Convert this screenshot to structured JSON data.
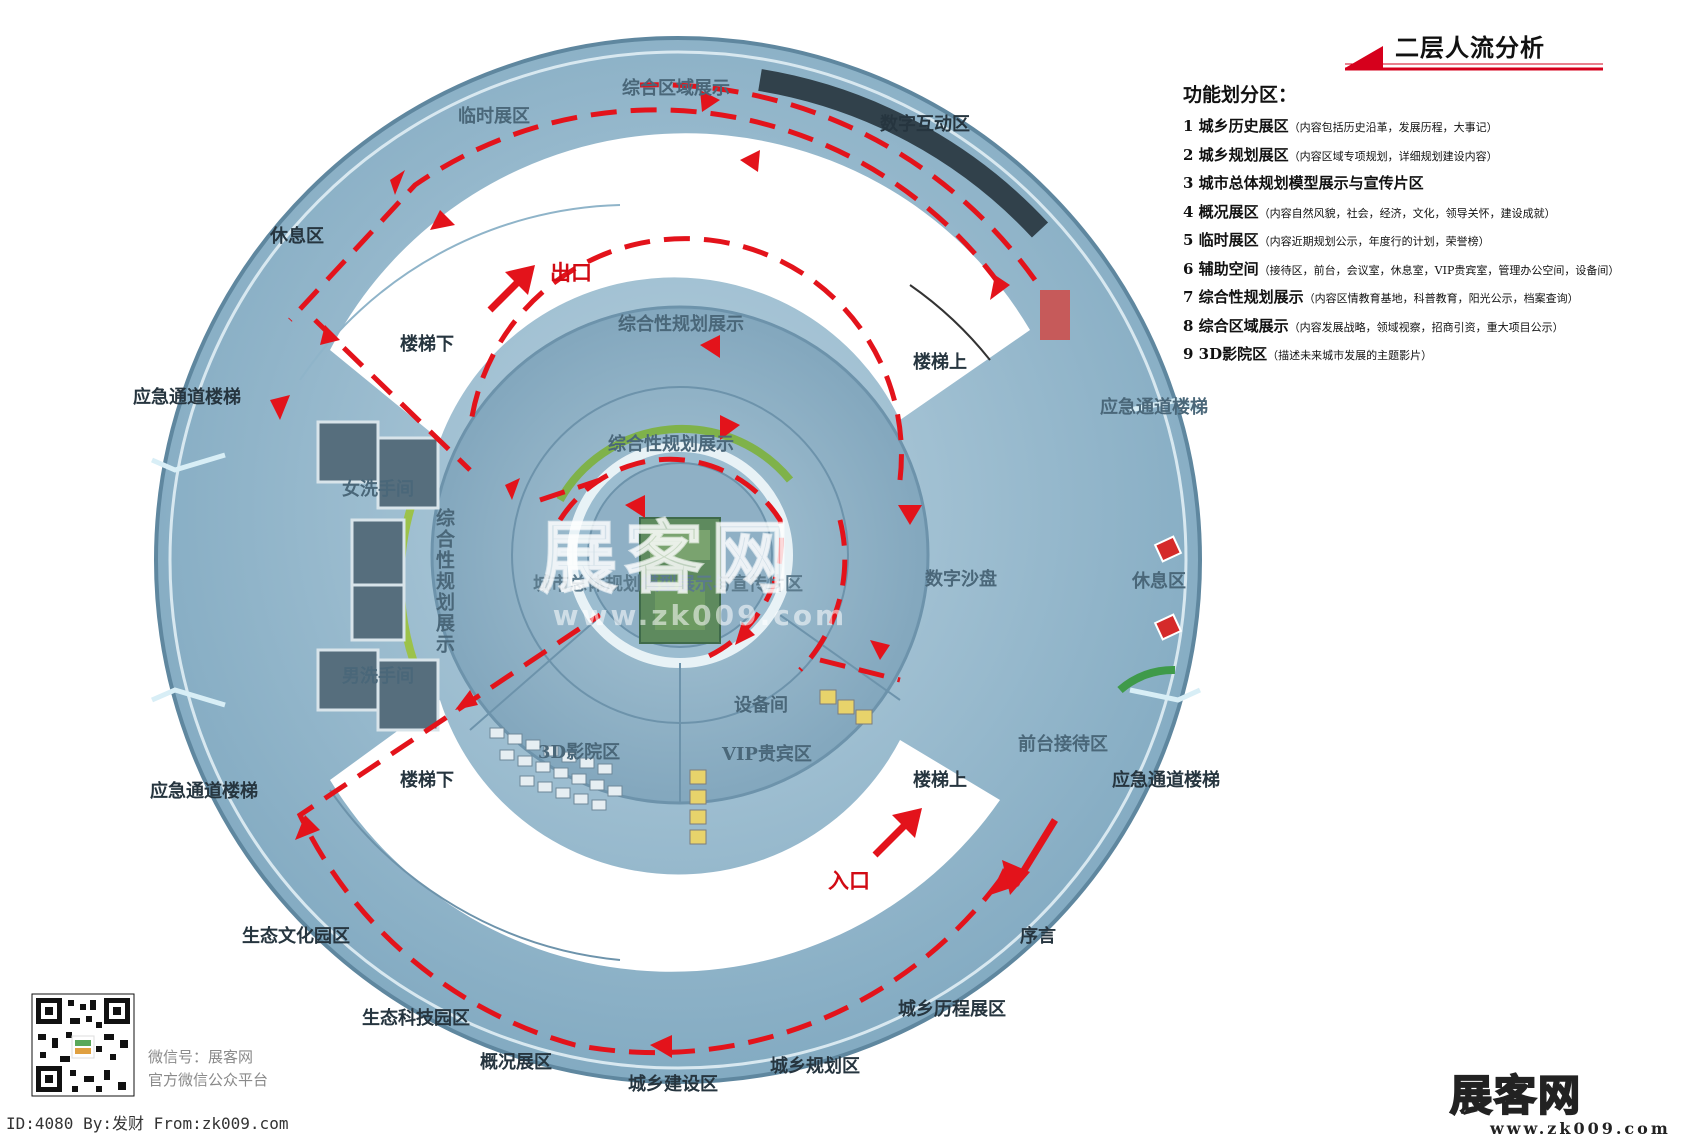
{
  "title": "二层人流分析",
  "legend": {
    "heading": "功能划分区：",
    "items": [
      {
        "num": "1",
        "name": "城乡历史展区",
        "detail": "（内容包括历史沿革，发展历程，大事记）"
      },
      {
        "num": "2",
        "name": "城乡规划展区",
        "detail": "（内容区域专项规划，详细规划建设内容）"
      },
      {
        "num": "3",
        "name": "城市总体规划模型展示与宣传片区",
        "detail": ""
      },
      {
        "num": "4",
        "name": "概况展区",
        "detail": "（内容自然风貌，社会，经济，文化，领导关怀，建设成就）"
      },
      {
        "num": "5",
        "name": "临时展区",
        "detail": "（内容近期规划公示，年度行的计划，荣誉榜）"
      },
      {
        "num": "6",
        "name": "辅助空间",
        "detail": "（接待区，前台，会议室，休息室，VIP贵宾室，管理办公空间，设备间）"
      },
      {
        "num": "7",
        "name": "综合性规划展示",
        "detail": "（内容区情教育基地，科普教育，阳光公示，档案查询）"
      },
      {
        "num": "8",
        "name": "综合区域展示",
        "detail": "（内容发展战略，领域视察，招商引资，重大项目公示）"
      },
      {
        "num": "9",
        "name": "3D影院区",
        "detail": "（描述未来城市发展的主题影片）"
      }
    ]
  },
  "map_labels": {
    "zonghe_quyu_top": "综合区域展示",
    "linshi": "临时展区",
    "hudong": "数字互动区",
    "xiuxi_left": "休息区",
    "chukou": "出口",
    "rukou": "入口",
    "loutixia_top": "楼梯下",
    "loutixia_bottom": "楼梯下",
    "loutishang_top": "楼梯上",
    "loutishang_bottom": "楼梯上",
    "yingji_left_top": "应急通道楼梯",
    "yingji_left_bottom": "应急通道楼梯",
    "yingji_right_top": "应急通道楼梯",
    "yingji_right_bottom": "应急通道楼梯",
    "zonghexing_outer": "综合性规划展示",
    "zonghexing_inner": "综合性规划展示",
    "zonghexing_vertical": "综合性规划展示",
    "nvxishou": "女洗手间",
    "nanxishou": "男洗手间",
    "chengshi_model": "城市总体规划模型展示与宣传片区",
    "shuzi_shapan": "数字沙盘",
    "xiuxi_right": "休息区",
    "qiantai": "前台接待区",
    "shebei": "设备间",
    "cinema": "3D影院区",
    "vip": "VIP贵宾区",
    "shengtai_wenhua": "生态文化园区",
    "shengtai_keji": "生态科技园区",
    "gaikuang": "概况展区",
    "chengxiang_jianshe": "城乡建设区",
    "chengxiang_guihua": "城乡规划区",
    "chengxiang_licheng": "城乡历程展区",
    "xuyan": "序言"
  },
  "watermark": {
    "main": "展客网",
    "url": "www.zk009.com"
  },
  "qr_caption": {
    "line1": "微信号：展客网",
    "line2": "官方微信公众平台"
  },
  "footer_id": "ID:4080 By:发财 From:zk009.com",
  "brand": {
    "main": "展客网",
    "url": "www.zk009.com"
  },
  "colors": {
    "flow_arrow": "#e3131b",
    "floor_blue": "#8fb4c9",
    "ring_edge": "#6d93ab",
    "title_underline": "#d6001c"
  }
}
